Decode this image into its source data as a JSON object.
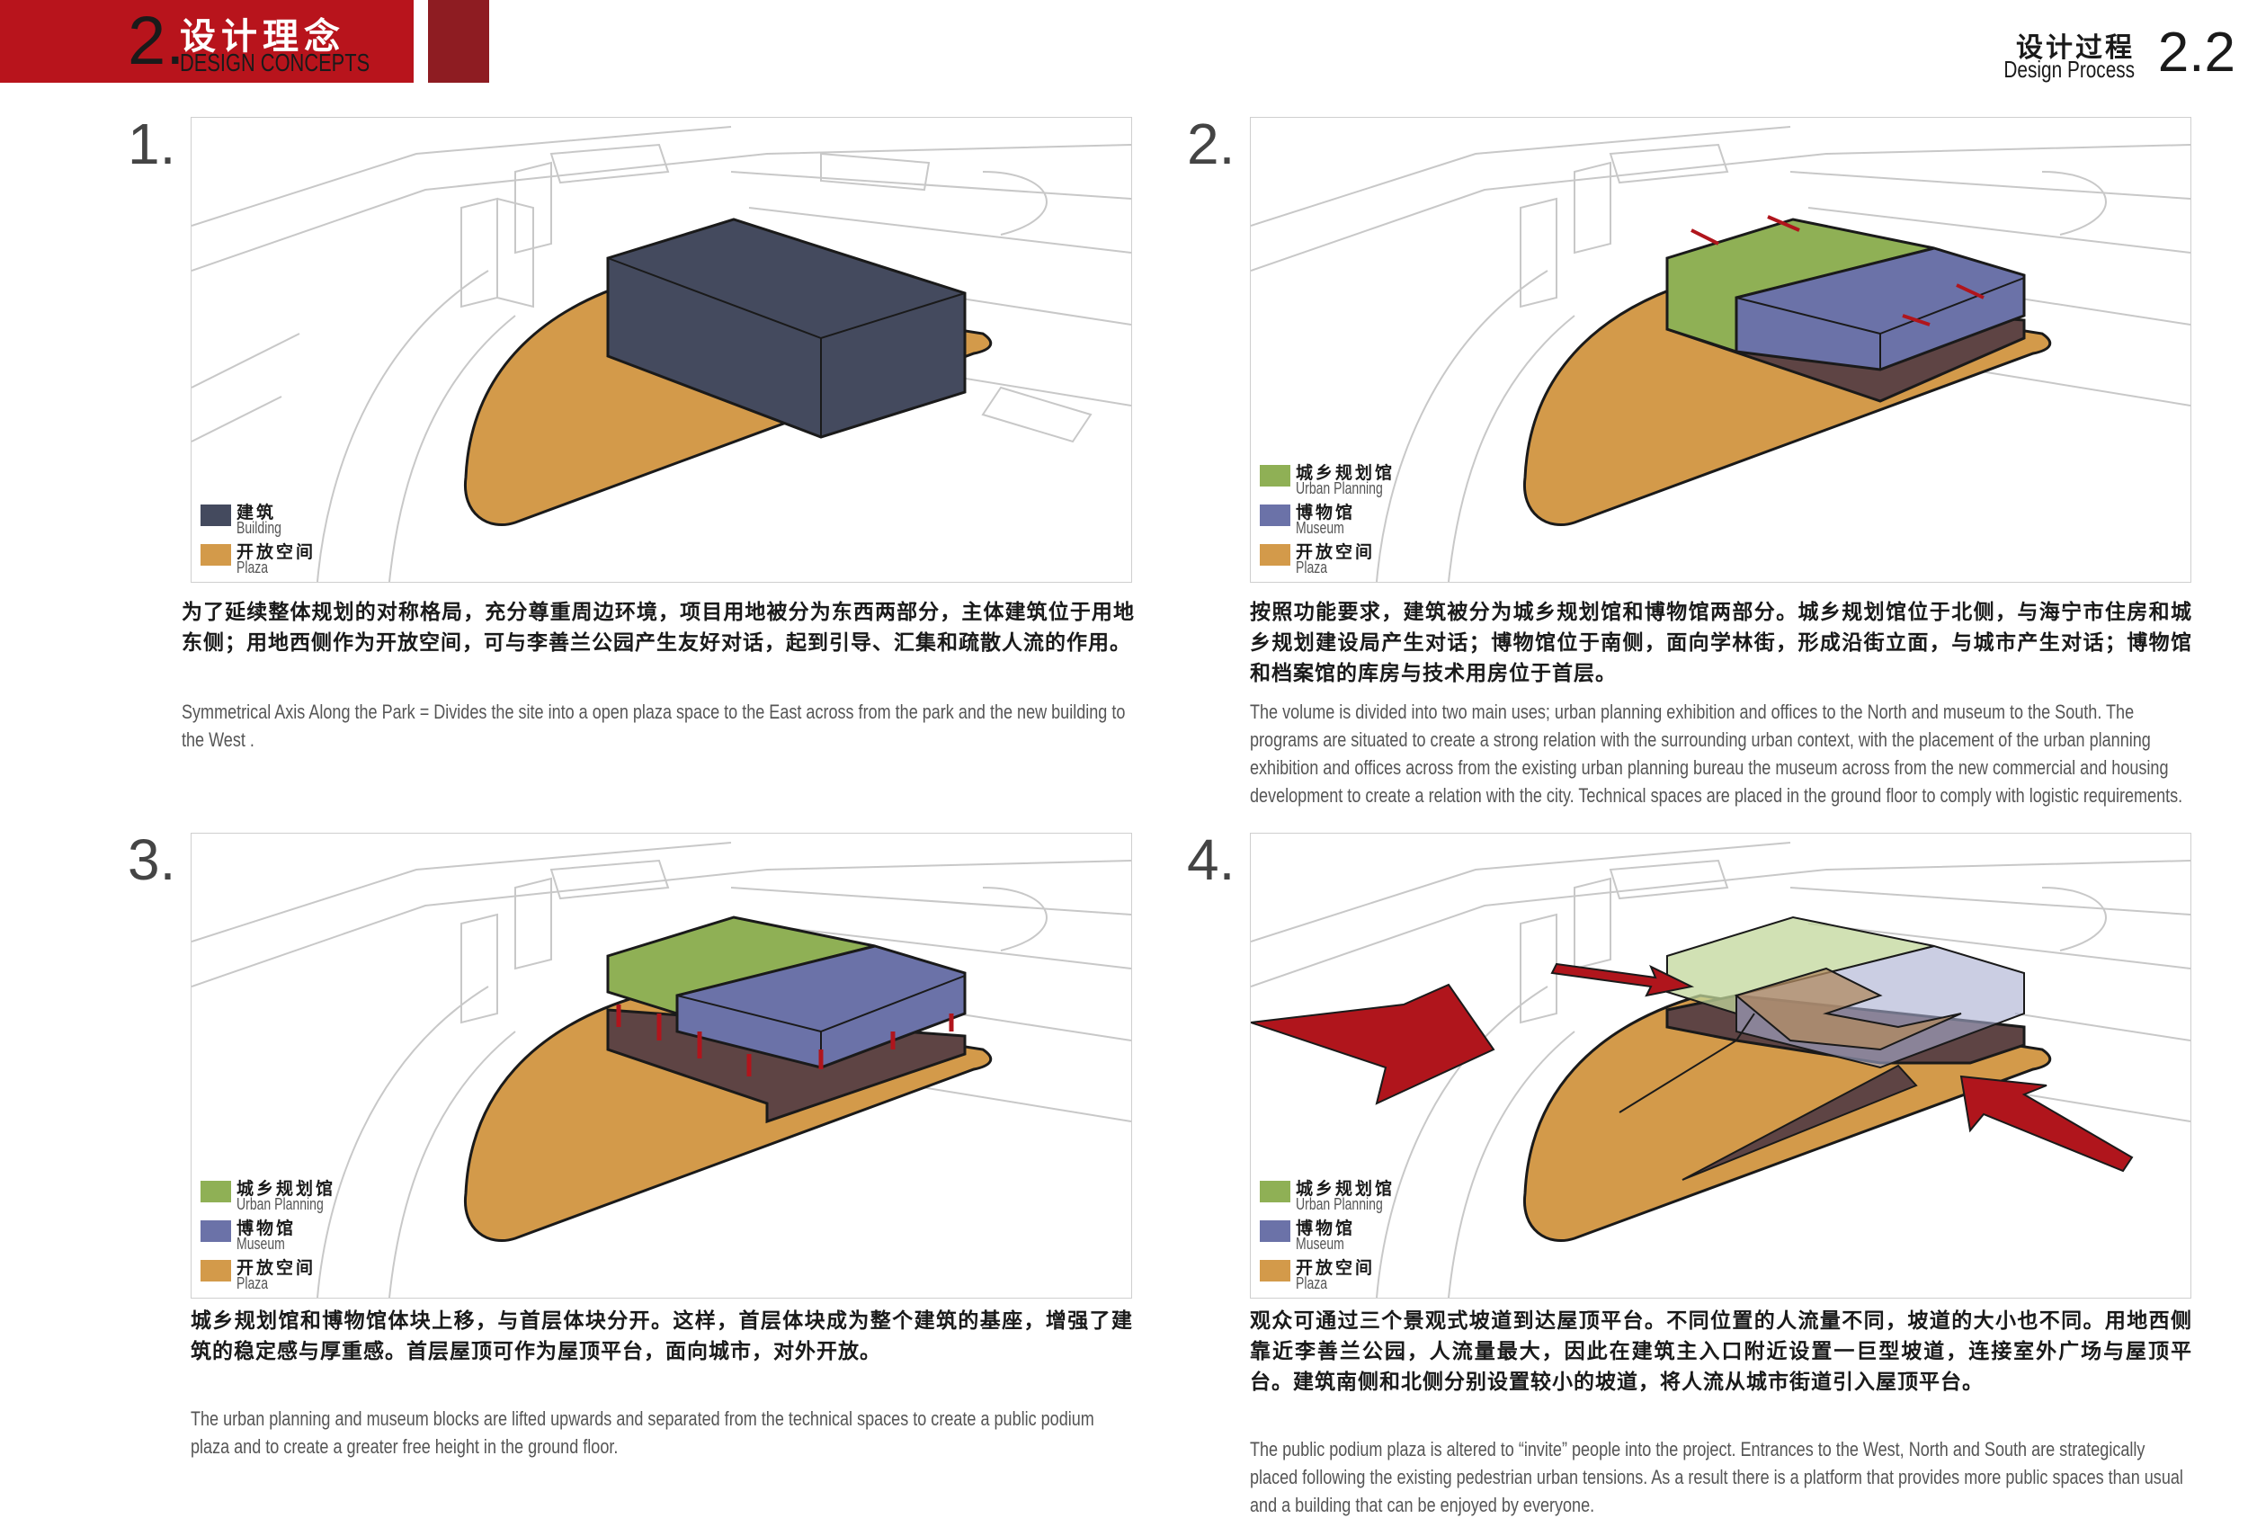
{
  "header": {
    "number": "2.",
    "title_cn": "设计理念",
    "title_en": "DESIGN CONCEPTS",
    "accent_color": "#b8141c"
  },
  "process": {
    "title_cn": "设计过程",
    "title_en": "Design Process",
    "number": "2.2"
  },
  "colors": {
    "building": "#444a5e",
    "plaza": "#d39a4a",
    "urban_planning": "#8fb055",
    "museum": "#6b72a8",
    "base": "#5e4444",
    "arrow": "#b0151c"
  },
  "panels": [
    {
      "number": "1.",
      "legend": [
        {
          "cn": "建筑",
          "en": "Building",
          "color": "#444a5e"
        },
        {
          "cn": "开放空间",
          "en": "Plaza",
          "color": "#d39a4a"
        }
      ],
      "text_cn": "为了延续整体规划的对称格局，充分尊重周边环境，项目用地被分为东西两部分，主体建筑位于用地东侧；用地西侧作为开放空间，可与李善兰公园产生友好对话，起到引导、汇集和疏散人流的作用。",
      "text_en": "Symmetrical Axis Along the Park = Divides the site into a open plaza space to the East across from the park and the new building to the West ."
    },
    {
      "number": "2.",
      "legend": [
        {
          "cn": "城乡规划馆",
          "en": "Urban Planning",
          "color": "#8fb055"
        },
        {
          "cn": "博物馆",
          "en": "Museum",
          "color": "#6b72a8"
        },
        {
          "cn": "开放空间",
          "en": "Plaza",
          "color": "#d39a4a"
        }
      ],
      "text_cn": "按照功能要求，建筑被分为城乡规划馆和博物馆两部分。城乡规划馆位于北侧，与海宁市住房和城乡规划建设局产生对话；博物馆位于南侧，面向学林街，形成沿街立面，与城市产生对话；博物馆和档案馆的库房与技术用房位于首层。",
      "text_en": "The volume is divided into two main uses; urban planning exhibition and offices to the North and museum to the South. The programs are situated to create a strong relation with the surrounding urban context, with the placement of the urban planning exhibition and offices across from the existing urban planning bureau the museum across from the new commercial and housing development to create a relation with the city. Technical spaces are placed in the ground floor to comply with logistic requirements."
    },
    {
      "number": "3.",
      "legend": [
        {
          "cn": "城乡规划馆",
          "en": "Urban Planning",
          "color": "#8fb055"
        },
        {
          "cn": "博物馆",
          "en": "Museum",
          "color": "#6b72a8"
        },
        {
          "cn": "开放空间",
          "en": "Plaza",
          "color": "#d39a4a"
        }
      ],
      "text_cn": "城乡规划馆和博物馆体块上移，与首层体块分开。这样，首层体块成为整个建筑的基座，增强了建筑的稳定感与厚重感。首层屋顶可作为屋顶平台，面向城市，对外开放。",
      "text_en": "The urban planning and museum blocks are lifted upwards and separated from the technical spaces to create a public podium plaza and to create a greater free height in the ground floor."
    },
    {
      "number": "4.",
      "legend": [
        {
          "cn": "城乡规划馆",
          "en": "Urban Planning",
          "color": "#8fb055"
        },
        {
          "cn": "博物馆",
          "en": "Museum",
          "color": "#6b72a8"
        },
        {
          "cn": "开放空间",
          "en": "Plaza",
          "color": "#d39a4a"
        }
      ],
      "text_cn": "观众可通过三个景观式坡道到达屋顶平台。不同位置的人流量不同，坡道的大小也不同。用地西侧靠近李善兰公园，人流量最大，因此在建筑主入口附近设置一巨型坡道，连接室外广场与屋顶平台。建筑南侧和北侧分别设置较小的坡道，将人流从城市街道引入屋顶平台。",
      "text_en": "The public podium plaza is altered to “invite” people into the project. Entrances to the West, North and South are strategically placed following the existing pedestrian urban tensions. As a result there is a platform that provides more public spaces than usual and a building that can be enjoyed by everyone."
    }
  ]
}
